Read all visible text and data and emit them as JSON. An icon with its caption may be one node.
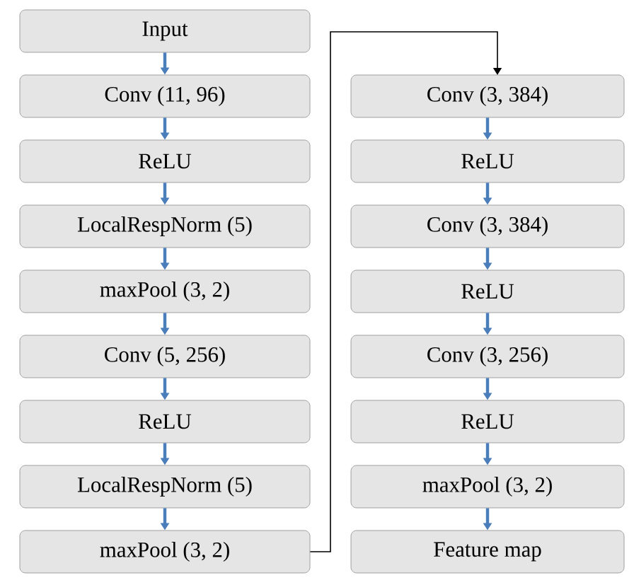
{
  "diagram": {
    "nodes": [
      {
        "text": [
          "Input"
        ]
      },
      {
        "text": [
          "Conv (11, 96)"
        ]
      },
      {
        "text": [
          "ReLU"
        ]
      },
      {
        "text": [
          "LocalRespNorm (5)"
        ]
      },
      {
        "text": [
          "maxPool (3, 2)"
        ]
      },
      {
        "text": [
          "Conv (5, 256)"
        ]
      },
      {
        "text": [
          "ReLU"
        ]
      },
      {
        "text": [
          "LocalRespNorm (5)"
        ]
      },
      {
        "text": [
          "maxPool (3, 2)"
        ]
      },
      {
        "text": [
          "Conv (3, 384)"
        ]
      },
      {
        "text": [
          "ReLU"
        ]
      },
      {
        "text": [
          "Conv (3, 384)"
        ]
      },
      {
        "text": [
          "ReLU"
        ]
      },
      {
        "text": [
          "Conv (3, 256)"
        ]
      },
      {
        "text": [
          "ReLU"
        ]
      },
      {
        "text": [
          "maxPool (3, 2)"
        ]
      },
      {
        "text": [
          "Feature map"
        ]
      }
    ],
    "edges": [
      {
        "from": 0,
        "to": 1,
        "arrow": "to"
      },
      {
        "from": 1,
        "to": 2,
        "arrow": "to"
      },
      {
        "from": 2,
        "to": 3,
        "arrow": "to"
      },
      {
        "from": 3,
        "to": 4,
        "arrow": "to"
      },
      {
        "from": 4,
        "to": 5,
        "arrow": "to"
      },
      {
        "from": 5,
        "to": 6,
        "arrow": "to"
      },
      {
        "from": 6,
        "to": 7,
        "arrow": "to"
      },
      {
        "from": 7,
        "to": 8,
        "arrow": "to"
      },
      {
        "from": 8,
        "to": 9,
        "arrow": "to",
        "color": "#000000"
      },
      {
        "from": 9,
        "to": 10,
        "arrow": "to"
      },
      {
        "from": 10,
        "to": 11,
        "arrow": "to"
      },
      {
        "from": 11,
        "to": 12,
        "arrow": "to"
      },
      {
        "from": 12,
        "to": 13,
        "arrow": "to"
      },
      {
        "from": 13,
        "to": 14,
        "arrow": "to"
      },
      {
        "from": 14,
        "to": 15,
        "arrow": "to"
      },
      {
        "from": 15,
        "to": 16,
        "arrow": "to"
      }
    ]
  }
}
